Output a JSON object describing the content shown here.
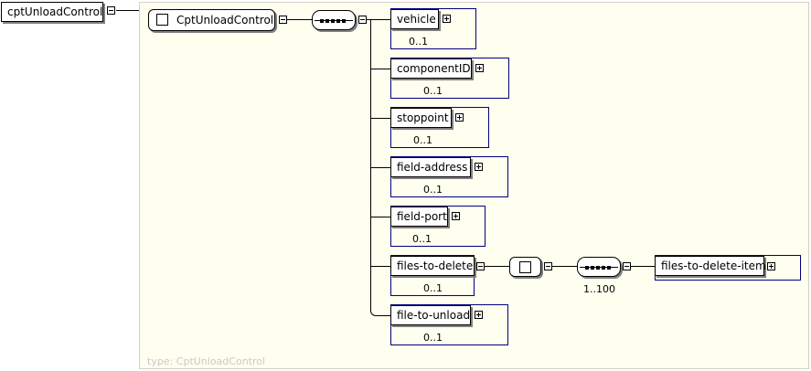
{
  "root": {
    "name": "cptUnloadControl"
  },
  "type_node": {
    "name": "CptUnloadControl"
  },
  "type_caption": "type: CptUnloadControl",
  "elements": [
    {
      "name": "vehicle",
      "occurrence": "0..1"
    },
    {
      "name": "componentID",
      "occurrence": "0..1"
    },
    {
      "name": "stoppoint",
      "occurrence": "0..1"
    },
    {
      "name": "field-address",
      "occurrence": "0..1"
    },
    {
      "name": "field-port",
      "occurrence": "0..1"
    },
    {
      "name": "files-to-delete",
      "occurrence": "0..1"
    },
    {
      "name": "file-to-unload",
      "occurrence": "0..1"
    }
  ],
  "inner_sequence": {
    "occurrence": "1..100"
  },
  "inner_element": {
    "name": "files-to-delete-item"
  },
  "colors": {
    "panel": "#fffff0",
    "optional_border": "#000080",
    "caption": "#c8c8c8",
    "shadow": "#808080"
  }
}
